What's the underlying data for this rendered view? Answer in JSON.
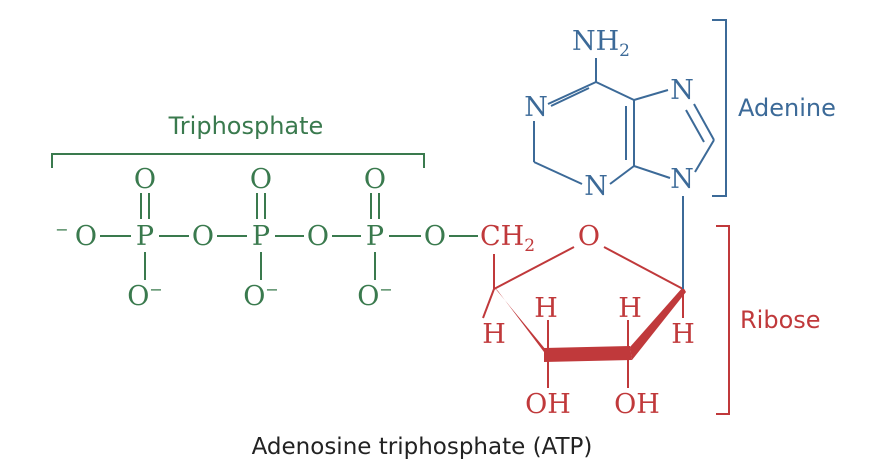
{
  "labels": {
    "triphosphate": "Triphosphate",
    "adenine": "Adenine",
    "ribose": "Ribose",
    "caption": "Adenosine triphosphate (ATP)"
  },
  "atoms": {
    "O": "O",
    "P": "P",
    "N": "N",
    "H": "H",
    "NH": "NH",
    "CH": "CH",
    "OH": "OH",
    "two": "2",
    "minus": "−"
  },
  "colors": {
    "phosphate": "#3a7a4e",
    "adenine": "#3c6a98",
    "ribose": "#c0393b",
    "text": "#222222"
  }
}
